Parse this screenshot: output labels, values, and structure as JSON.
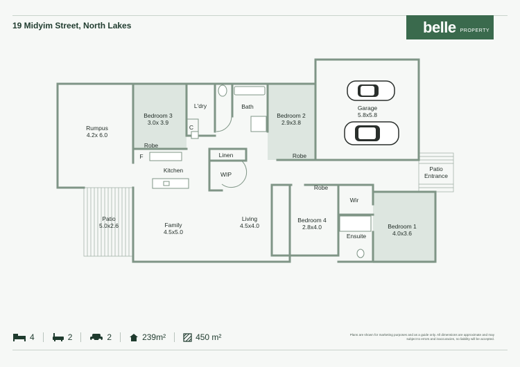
{
  "header": {
    "address": "19 Midyim Street, North Lakes",
    "logo_brand": "belle",
    "logo_sub": "PROPERTY"
  },
  "rooms": {
    "rumpus": {
      "name": "Rumpus",
      "dims": "4.2x 6.0"
    },
    "bedroom3": {
      "name": "Bedroom 3",
      "dims": "3.0x 3.9"
    },
    "laundry": {
      "name": "L'dry"
    },
    "c": {
      "name": "C"
    },
    "bath": {
      "name": "Bath"
    },
    "bedroom2": {
      "name": "Bedroom 2",
      "dims": "2.9x3.8"
    },
    "garage": {
      "name": "Garage",
      "dims": "5.8x5.8"
    },
    "robe_b3": {
      "name": "Robe"
    },
    "robe_b2": {
      "name": "Robe"
    },
    "f": {
      "name": "F"
    },
    "linen": {
      "name": "Linen"
    },
    "kitchen": {
      "name": "Kitchen"
    },
    "wip": {
      "name": "WIP"
    },
    "patio_entrance": {
      "name": "Patio",
      "name2": "Entrance"
    },
    "robe_b4": {
      "name": "Robe"
    },
    "wir": {
      "name": "Wir"
    },
    "patio": {
      "name": "Patio",
      "dims": "5.0x2.6"
    },
    "family": {
      "name": "Family",
      "dims": "4.5x5.0"
    },
    "living": {
      "name": "Living",
      "dims": "4.5x4.0"
    },
    "bedroom4": {
      "name": "Bedroom 4",
      "dims": "2.8x4.0"
    },
    "bedroom1": {
      "name": "Bedroom 1",
      "dims": "4.0x3.6"
    },
    "ensuite": {
      "name": "Ensuite"
    }
  },
  "stats": {
    "bedrooms": "4",
    "bathrooms": "2",
    "car_spaces": "2",
    "floor_area": "239m²",
    "land_area": "450 m²"
  },
  "disclaimer": "Plans are shown for marketing purposes and as a guide only. All dimensions are approximate and may subject to errors and inaccuracies, no liability will be accepted.",
  "colors": {
    "wall": "#7f9586",
    "room_shaded": "#dde6e0",
    "brand": "#3a6a4d"
  }
}
